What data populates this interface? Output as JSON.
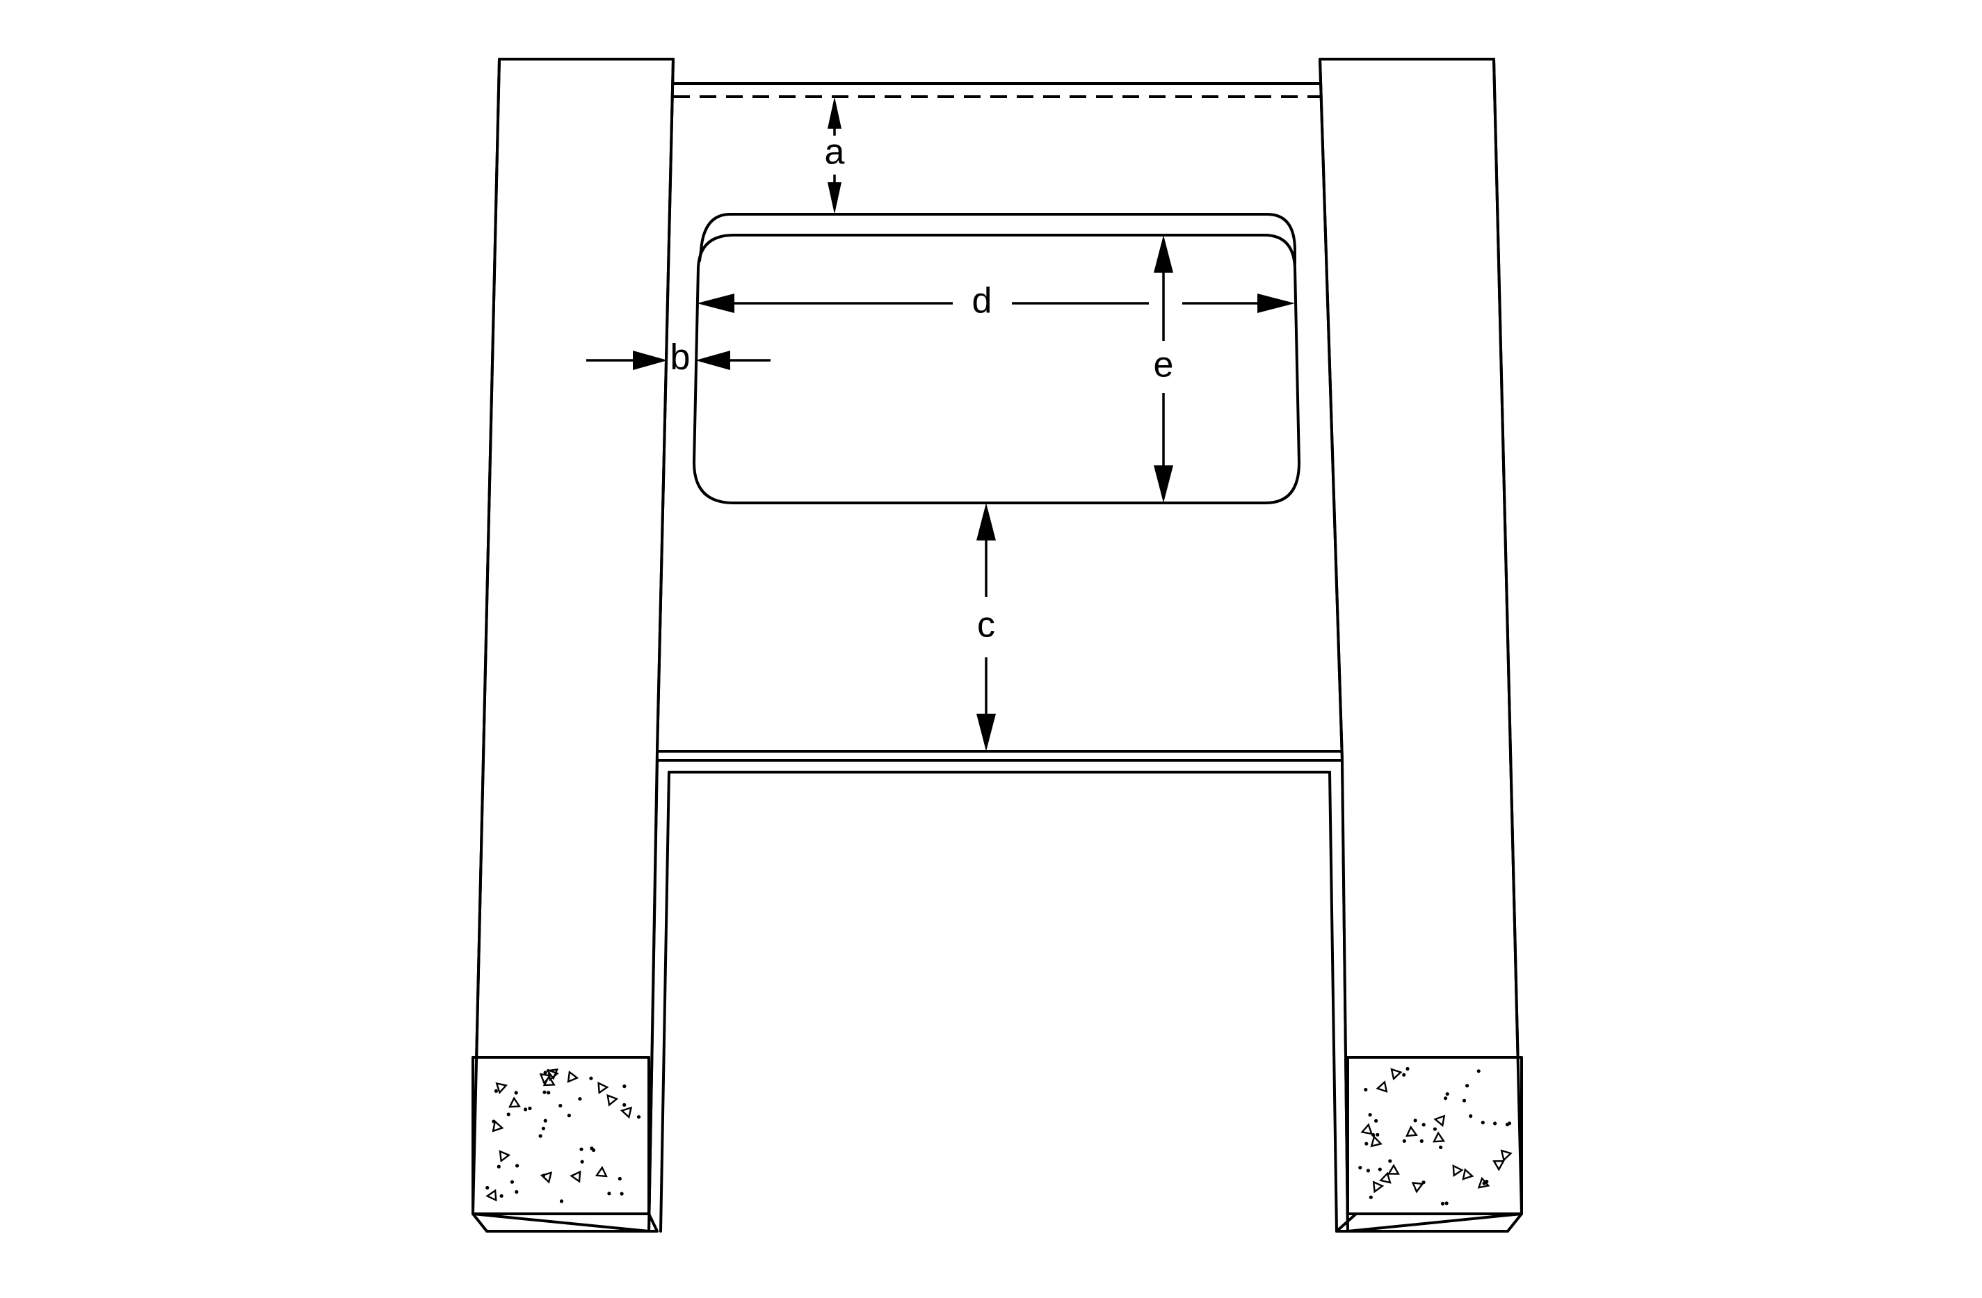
{
  "diagram": {
    "labels": {
      "a": "a",
      "b": "b",
      "c": "c",
      "d": "d",
      "e": "e"
    }
  },
  "colors": {
    "line": "#000000",
    "background": "#ffffff"
  }
}
